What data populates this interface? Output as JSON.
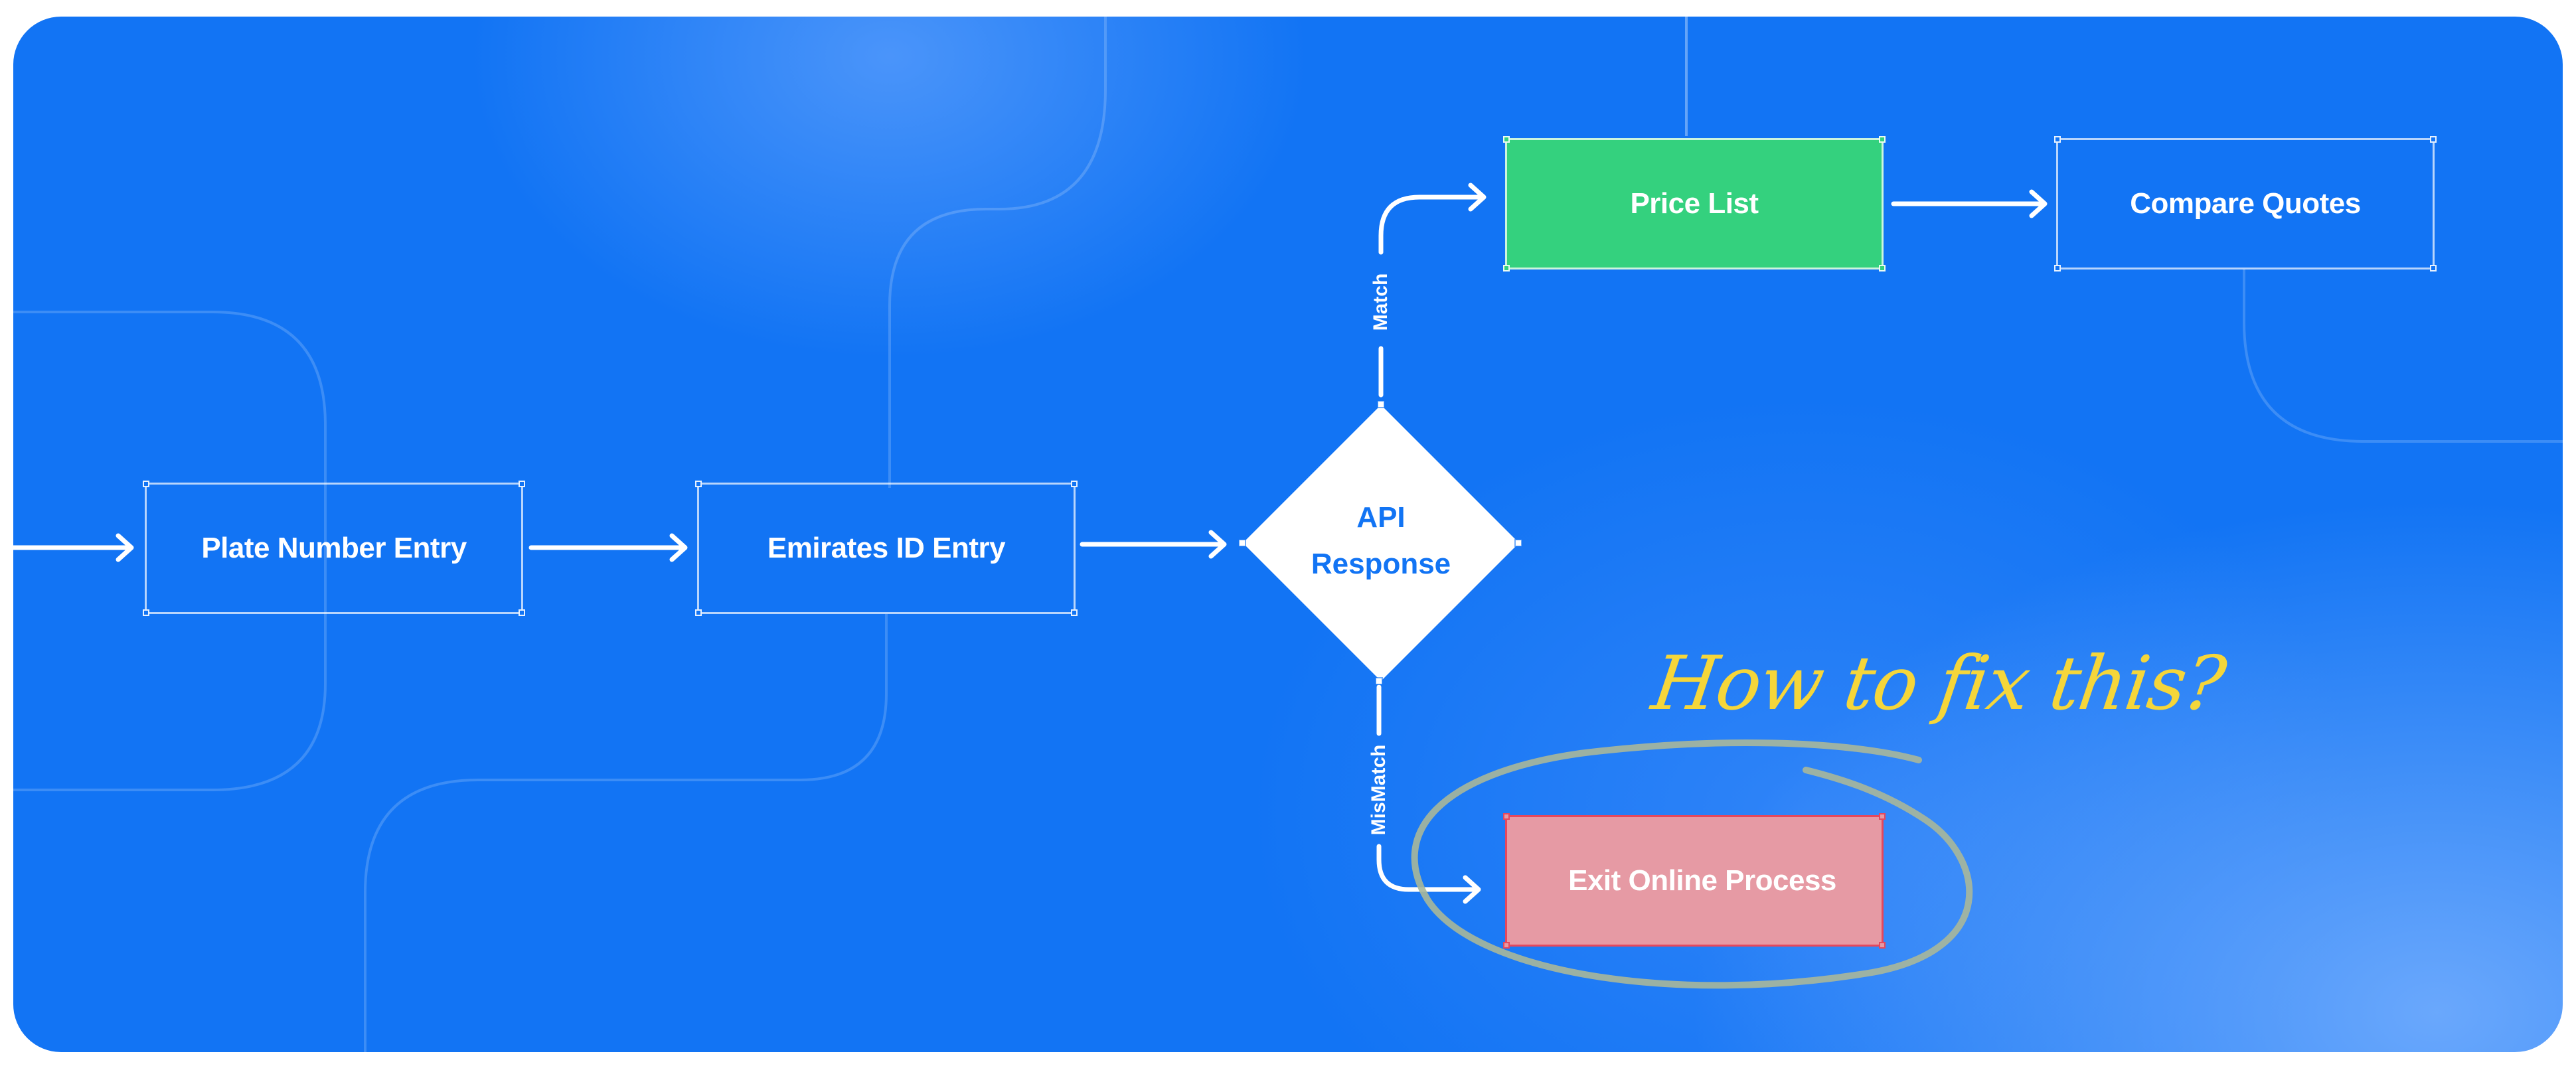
{
  "nodes": {
    "plate": "Plate Number Entry",
    "emirates": "Emirates ID Entry",
    "decision": {
      "line1": "API",
      "line2": "Response"
    },
    "price": "Price List",
    "compare": "Compare Quotes",
    "exit": "Exit Online Process"
  },
  "edges": {
    "match": "Match",
    "mismatch": "MisMatch"
  },
  "annotation": "How to fix this?",
  "colors": {
    "background": "#1274f4",
    "success": "#34d17e",
    "error_fill": "#e69aa4",
    "error_border": "#e5485d",
    "annotation": "#f5d63a"
  }
}
